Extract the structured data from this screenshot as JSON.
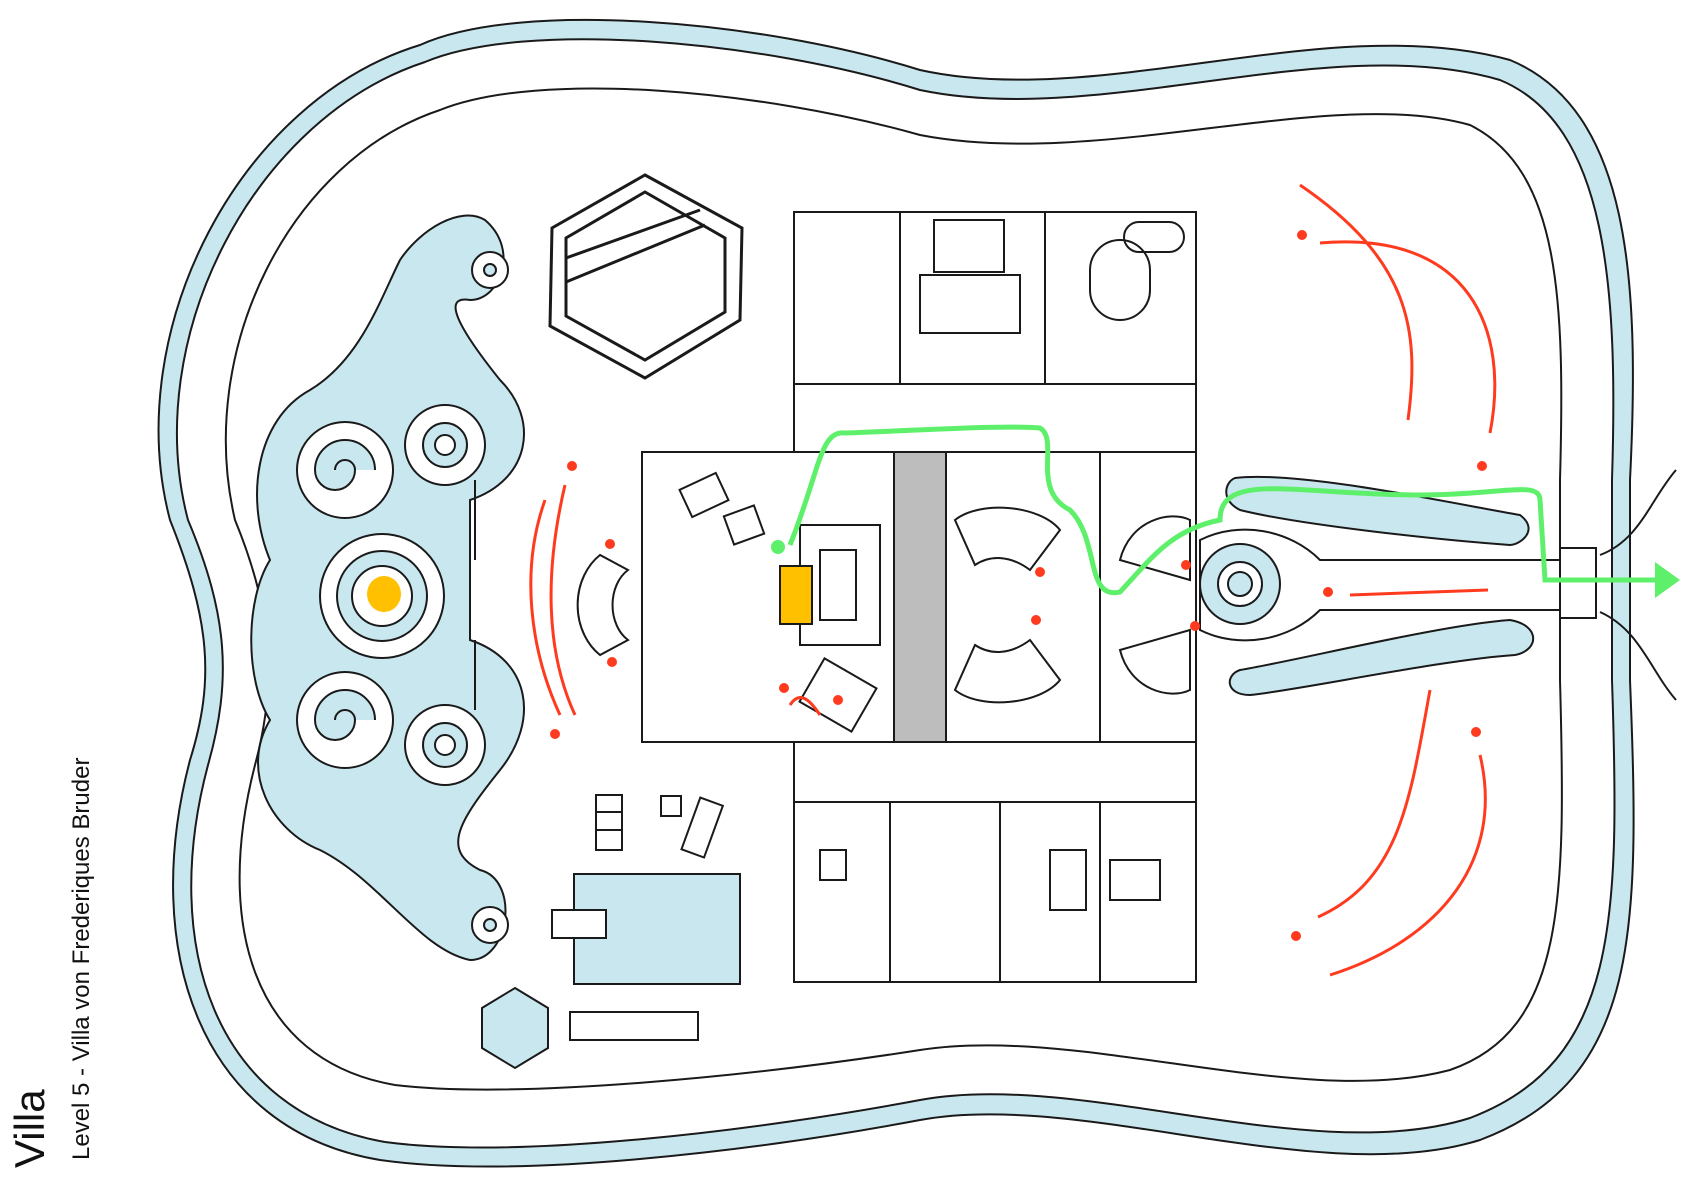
{
  "map": {
    "title": "Villa",
    "subtitle": "Level 5 - Villa von Frederiques Bruder"
  },
  "colors": {
    "water": "#c9e7ef",
    "line": "#1a1a1a",
    "guard_route": "#ff3b1f",
    "player_path": "#5ef06a",
    "target": "#ffc000",
    "wall_block": "#bdbdbd"
  },
  "markers": {
    "target": "target-yellow",
    "player_start": "player-start-green-dot",
    "exit": "exit-arrow-green"
  }
}
